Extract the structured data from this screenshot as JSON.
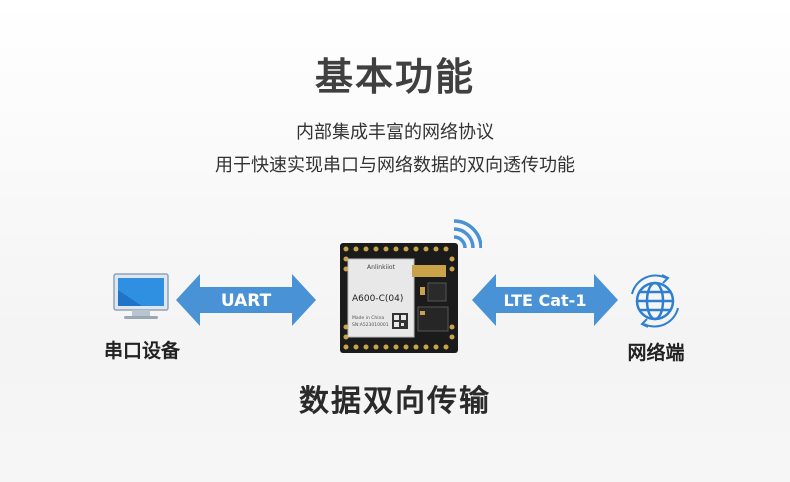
{
  "header": {
    "title": "基本功能",
    "subtitle_line1": "内部集成丰富的网络协议",
    "subtitle_line2": "用于快速实现串口与网络数据的双向透传功能"
  },
  "diagram": {
    "left_node_label": "串口设备",
    "left_arrow_label": "UART",
    "module": {
      "brand": "Anlinkiiot",
      "model": "A600-C(04)",
      "made_in": "Made in China",
      "serial": "SN:A523010001"
    },
    "right_arrow_label": "LTE Cat-1",
    "right_node_label": "网络端",
    "caption": "数据双向传输"
  },
  "colors": {
    "arrow_fill": "#4a92d6",
    "icon_blue": "#2e7fd0",
    "pcb": "#1b1b1b"
  },
  "icons": [
    "monitor-icon",
    "wifi-signal-icon",
    "globe-icon"
  ]
}
